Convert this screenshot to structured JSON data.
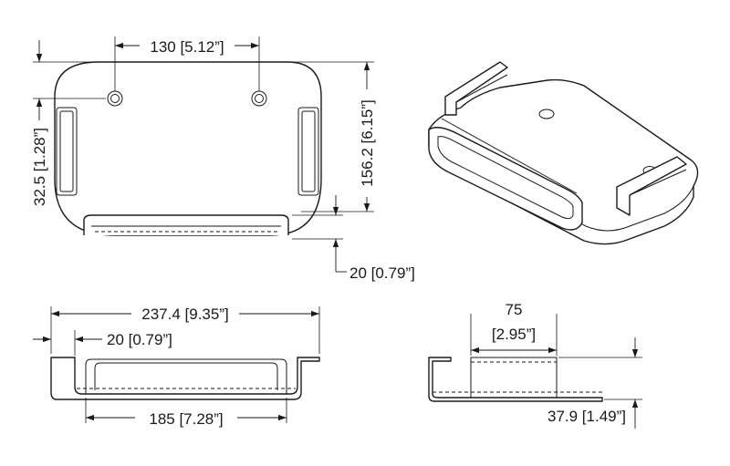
{
  "dimensions": {
    "top_hole_spacing": "130 [5.12”]",
    "top_slot_offset": "32.5 [1.28”]",
    "top_overall_height": "156.2 [6.15”]",
    "top_lip_depth": "20 [0.79”]",
    "front_overall_width": "237.4 [9.35”]",
    "front_lip_height": "20 [0.79”]",
    "front_inner_width": "185 [7.28”]",
    "side_width_mm": "75",
    "side_width_in": "[2.95”]",
    "side_height": "37.9 [1.49”]"
  }
}
